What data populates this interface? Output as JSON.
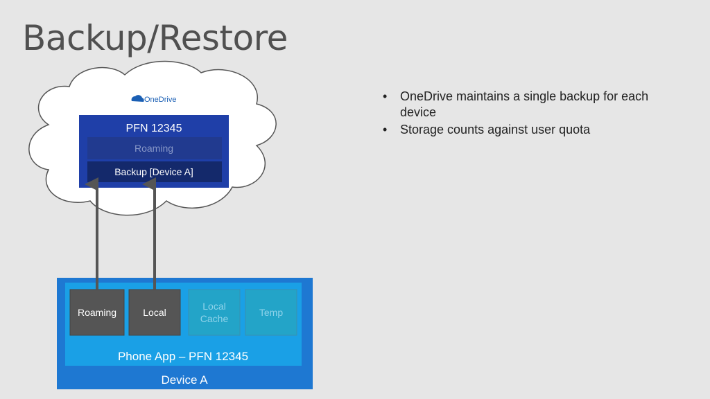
{
  "title": "Backup/Restore",
  "cloud": {
    "brand": "OneDrive",
    "pfn_label": "PFN 12345",
    "roaming_label": "Roaming",
    "backup_label": "Backup [Device A]"
  },
  "device": {
    "device_label": "Device A",
    "app_label": "Phone App – PFN 12345",
    "folders": {
      "roaming": "Roaming",
      "local": "Local",
      "local_cache_line1": "Local",
      "local_cache_line2": "Cache",
      "temp": "Temp"
    }
  },
  "bullets": [
    "OneDrive maintains a single backup for each device",
    "Storage counts against user quota"
  ],
  "colors": {
    "background": "#e6e6e6",
    "cloud_fill": "#ffffff",
    "cloud_stroke": "#555555",
    "pfn_box": "#1f3fa8",
    "roaming_band": "#213a8f",
    "backup_band": "#14296b",
    "device_outer": "#1e78d2",
    "app_inner": "#1aa0e6",
    "folder_active": "#555555",
    "folder_inactive": "#23a4c8",
    "arrow": "#555555"
  }
}
